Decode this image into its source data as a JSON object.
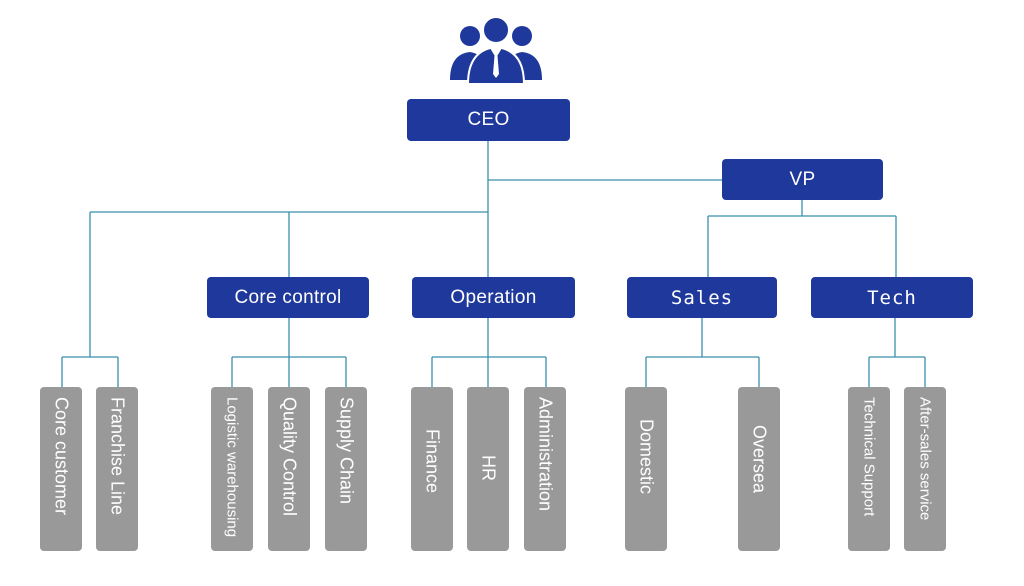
{
  "icon": {
    "name": "team-people-icon",
    "color": "#1f389c"
  },
  "colors": {
    "node": "#1f389c",
    "leaf": "#999999",
    "line": "#3b8fae"
  },
  "nodes": {
    "ceo": "CEO",
    "vp": "VP",
    "core_control": "Core control",
    "operation": "Operation",
    "sales": "Sales",
    "tech": "Tech"
  },
  "leaves": {
    "core_customer": "Core customer",
    "franchise_line": "Franchise Line",
    "logistic_warehousing": "Logistic warehousing",
    "quality_control": "Quality Control",
    "supply_chain": "Supply Chain",
    "finance": "Finance",
    "hr": "HR",
    "administration": "Administration",
    "domestic": "Domestic",
    "oversea": "Oversea",
    "technical_support": "Technical Support",
    "after_sales_service": "After-sales service"
  }
}
